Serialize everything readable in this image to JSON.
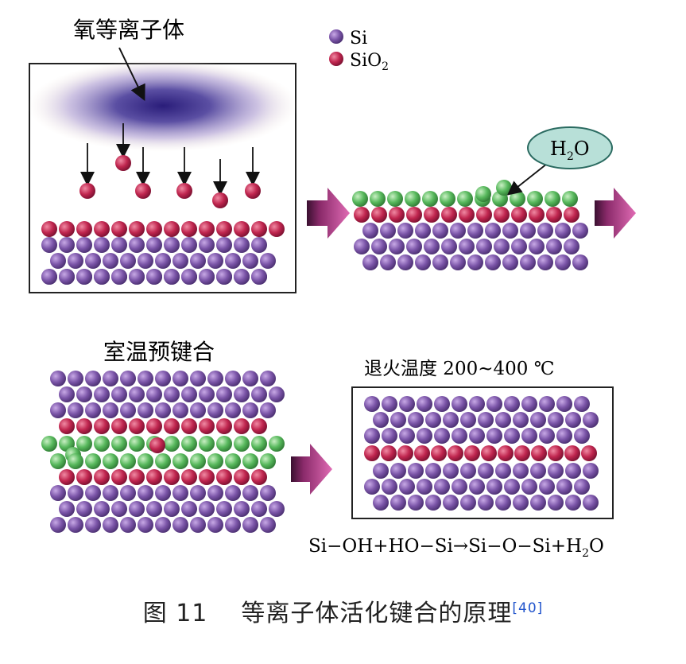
{
  "legend": {
    "si": "Si",
    "sio2_main": "SiO",
    "sio2_sub": "2"
  },
  "plasma_label": "氧等离子体",
  "h2o": {
    "main": "H",
    "sub": "2",
    "tail": "O"
  },
  "room_temp_label": "室温预键合",
  "anneal_label": "退火温度 200~400 ℃",
  "reaction": {
    "pre": "Si−OH+HO−Si→Si−O−Si+H",
    "sub": "2",
    "tail": "O"
  },
  "caption": {
    "figure": "图 11",
    "title": "等离子体活化键合的原理",
    "ref": "[40]"
  },
  "colors": {
    "si": "#7b55a8",
    "sio2": "#c0264f",
    "oh": "#57b85c",
    "arrow": "#d04a98"
  }
}
